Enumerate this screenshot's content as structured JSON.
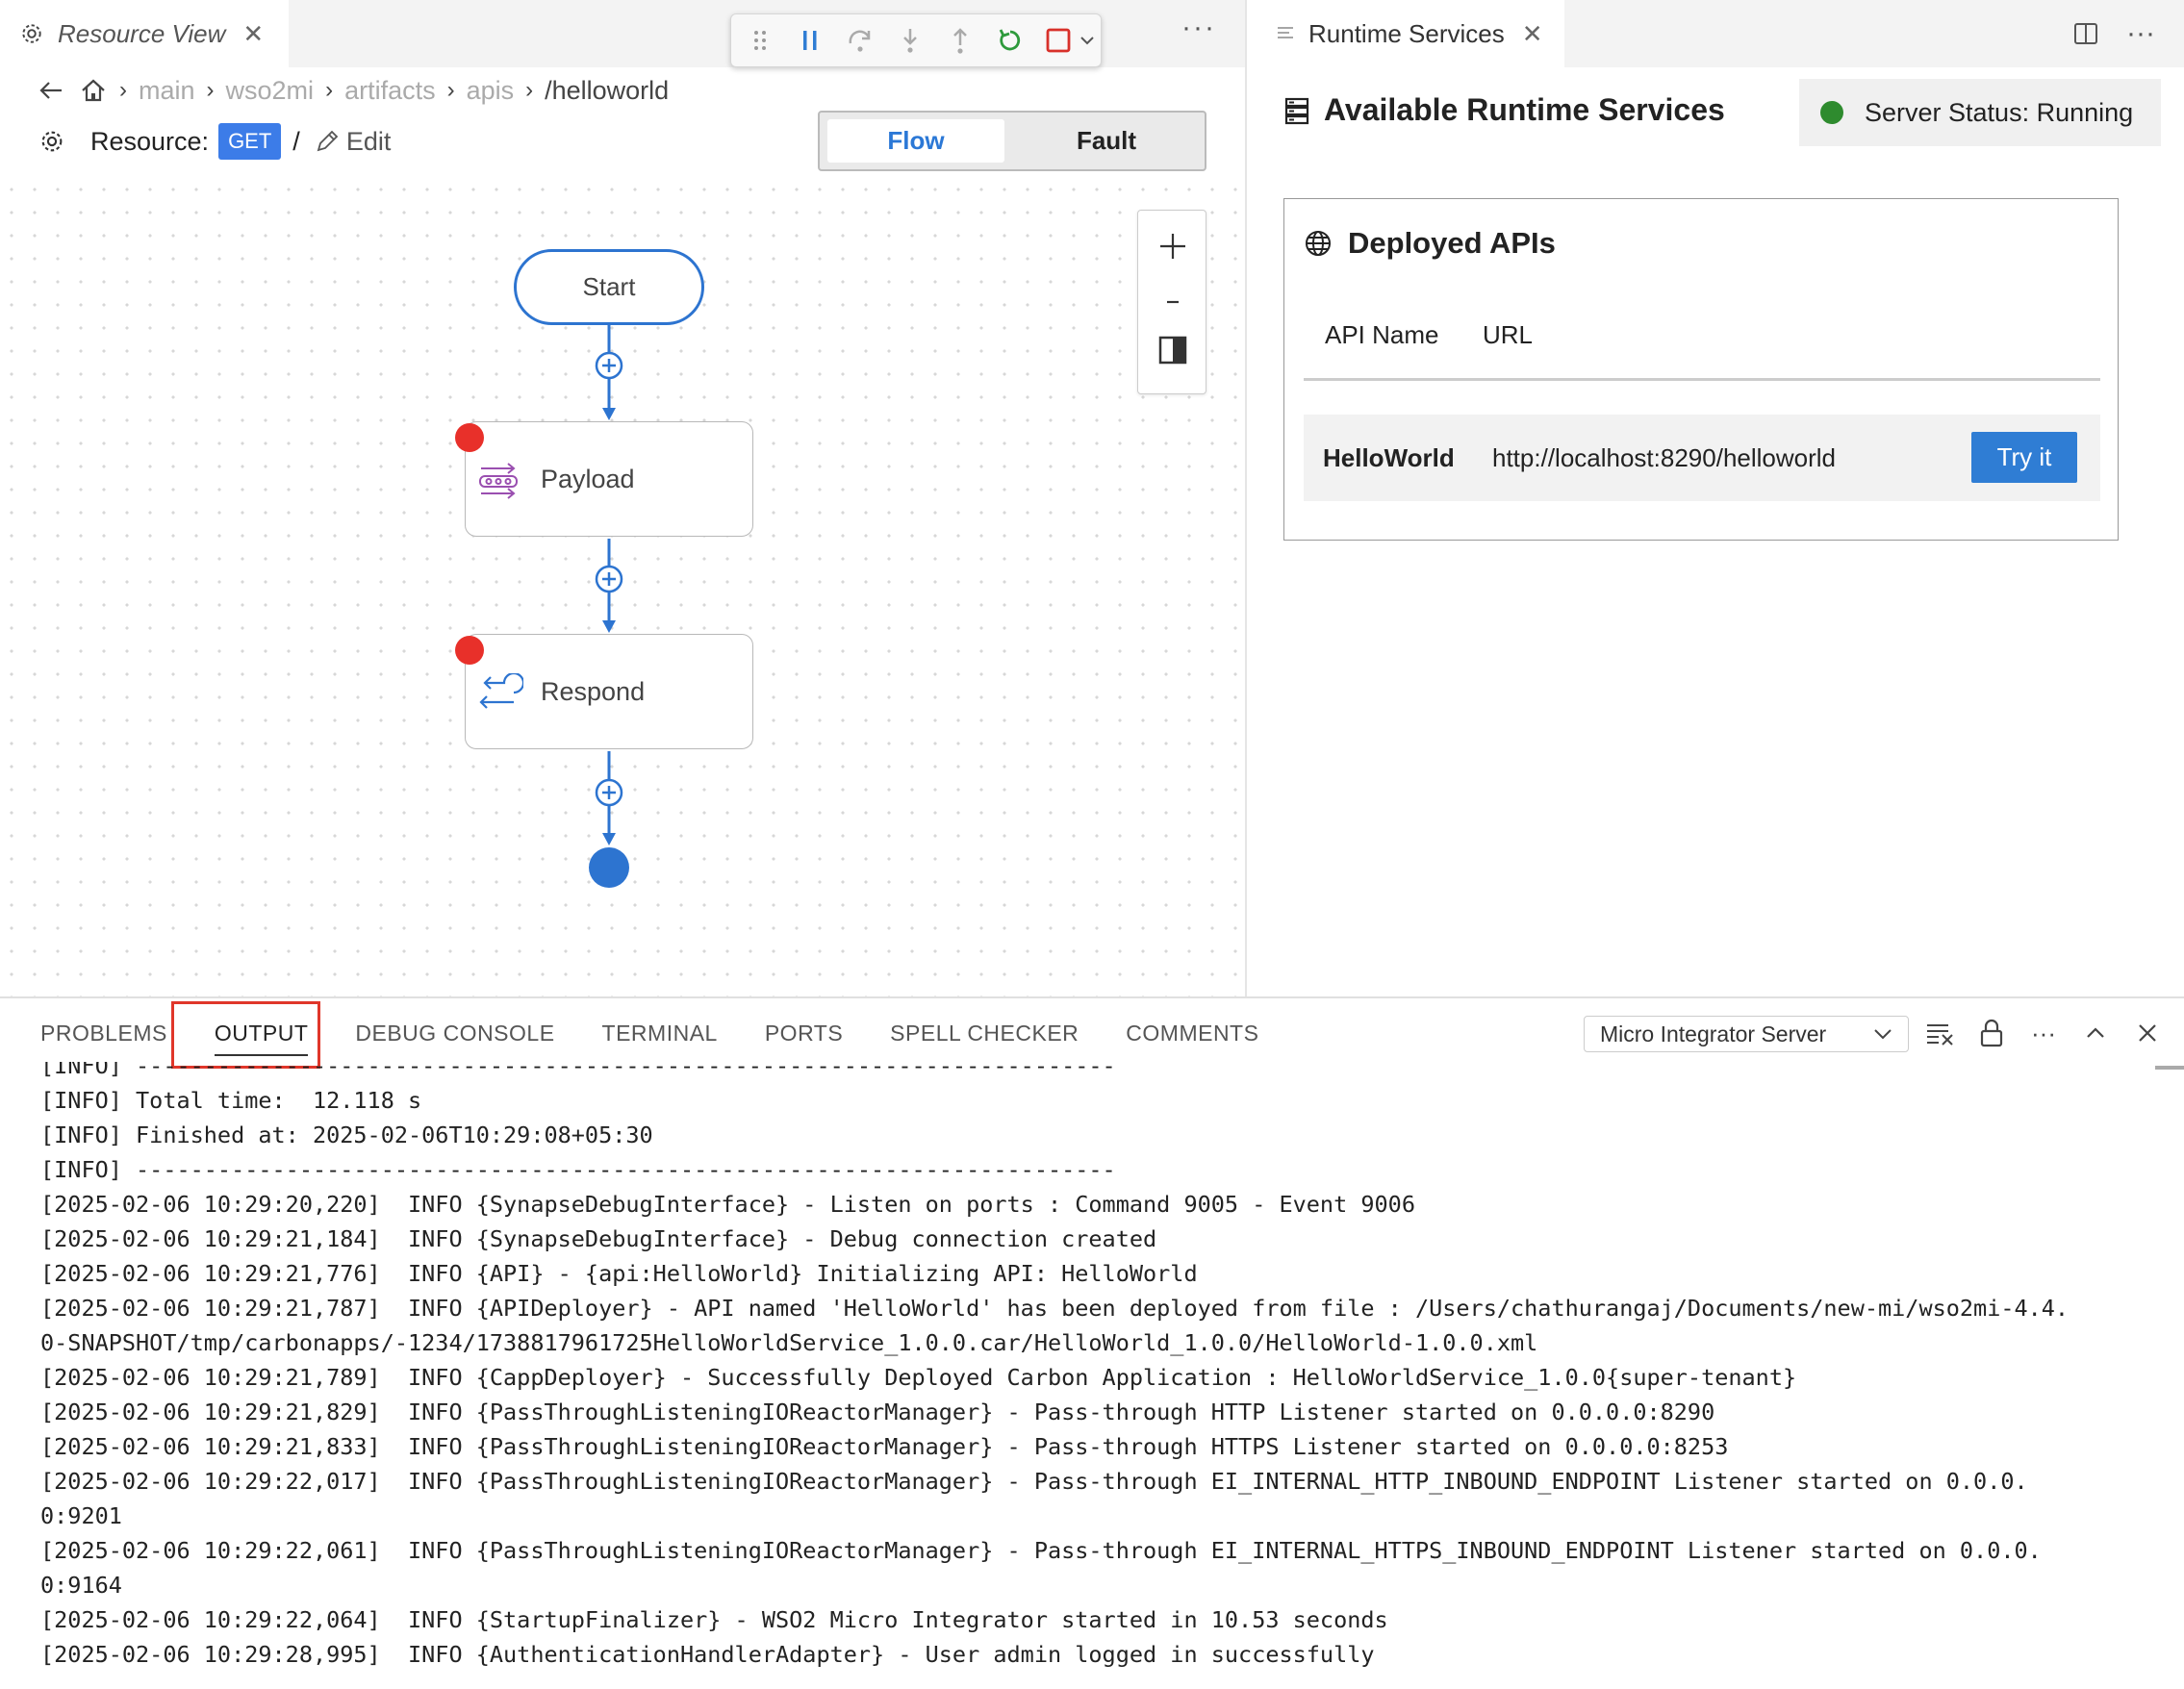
{
  "editor_tab": {
    "label": "Resource View"
  },
  "breadcrumb": [
    "main",
    "wso2mi",
    "artifacts",
    "apis"
  ],
  "breadcrumb_current": "/helloworld",
  "resource": {
    "label": "Resource:",
    "method": "GET",
    "separator": "/",
    "edit_label": "Edit"
  },
  "flow_toggle": {
    "flow": "Flow",
    "fault": "Fault",
    "selected": "Flow"
  },
  "flow": {
    "start_label": "Start",
    "nodes": [
      {
        "label": "Payload",
        "breakpoint": true
      },
      {
        "label": "Respond",
        "breakpoint": true
      }
    ]
  },
  "runtime_tab": {
    "label": "Runtime Services"
  },
  "runtime": {
    "title": "Available Runtime Services",
    "server_status": "Server Status: Running",
    "status_color": "#2e8b2e",
    "deployed": {
      "title": "Deployed APIs",
      "columns": [
        "API Name",
        "URL"
      ],
      "rows": [
        {
          "name": "HelloWorld",
          "url": "http://localhost:8290/helloworld",
          "action": "Try it"
        }
      ]
    }
  },
  "panel": {
    "tabs": [
      "PROBLEMS",
      "OUTPUT",
      "DEBUG CONSOLE",
      "TERMINAL",
      "PORTS",
      "SPELL CHECKER",
      "COMMENTS"
    ],
    "active_tab": "OUTPUT",
    "channel": "Micro Integrator Server"
  },
  "log_lines": [
    "[INFO] ------------------------------------------------------------------------",
    "[INFO] Total time:  12.118 s",
    "[INFO] Finished at: 2025-02-06T10:29:08+05:30",
    "[INFO] ------------------------------------------------------------------------",
    "[2025-02-06 10:29:20,220]  INFO {SynapseDebugInterface} - Listen on ports : Command 9005 - Event 9006",
    "[2025-02-06 10:29:21,184]  INFO {SynapseDebugInterface} - Debug connection created",
    "[2025-02-06 10:29:21,776]  INFO {API} - {api:HelloWorld} Initializing API: HelloWorld",
    "[2025-02-06 10:29:21,787]  INFO {APIDeployer} - API named 'HelloWorld' has been deployed from file : /Users/chathurangaj/Documents/new-mi/wso2mi-4.4.",
    "0-SNAPSHOT/tmp/carbonapps/-1234/1738817961725HelloWorldService_1.0.0.car/HelloWorld_1.0.0/HelloWorld-1.0.0.xml",
    "[2025-02-06 10:29:21,789]  INFO {CappDeployer} - Successfully Deployed Carbon Application : HelloWorldService_1.0.0{super-tenant}",
    "[2025-02-06 10:29:21,829]  INFO {PassThroughListeningIOReactorManager} - Pass-through HTTP Listener started on 0.0.0.0:8290",
    "[2025-02-06 10:29:21,833]  INFO {PassThroughListeningIOReactorManager} - Pass-through HTTPS Listener started on 0.0.0.0:8253",
    "[2025-02-06 10:29:22,017]  INFO {PassThroughListeningIOReactorManager} - Pass-through EI_INTERNAL_HTTP_INBOUND_ENDPOINT Listener started on 0.0.0.",
    "0:9201",
    "[2025-02-06 10:29:22,061]  INFO {PassThroughListeningIOReactorManager} - Pass-through EI_INTERNAL_HTTPS_INBOUND_ENDPOINT Listener started on 0.0.0.",
    "0:9164",
    "[2025-02-06 10:29:22,064]  INFO {StartupFinalizer} - WSO2 Micro Integrator started in 10.53 seconds",
    "[2025-02-06 10:29:28,995]  INFO {AuthenticationHandlerAdapter} - User admin logged in successfully"
  ],
  "colors": {
    "accent": "#2d74d0",
    "breakpoint": "#e8302a",
    "highlight": "#e0362a",
    "method": "#3c7ce8"
  }
}
